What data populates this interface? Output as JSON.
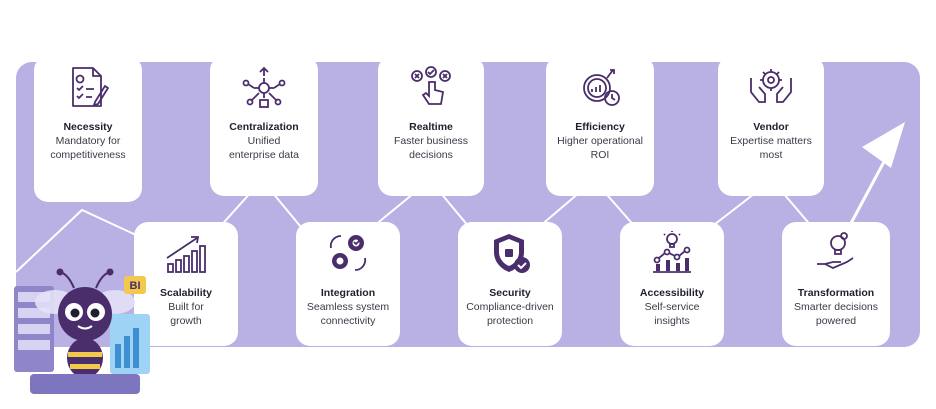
{
  "colors": {
    "panel": "#b9b0e3",
    "icon": "#4a2d6b",
    "text": "#1f1f2e"
  },
  "cards": [
    {
      "title": "Necessity",
      "line1": "Mandatory for",
      "line2": "competitiveness",
      "icon": "checklist-document-icon"
    },
    {
      "title": "Scalability",
      "line1": "Built for",
      "line2": "growth",
      "icon": "growth-bar-chart-icon"
    },
    {
      "title": "Centralization",
      "line1": "Unified",
      "line2": "enterprise data",
      "icon": "hub-network-icon"
    },
    {
      "title": "Integration",
      "line1": "Seamless system",
      "line2": "connectivity",
      "icon": "gears-integration-icon"
    },
    {
      "title": "Realtime",
      "line1": "Faster business",
      "line2": "decisions",
      "icon": "hand-tap-choice-icon"
    },
    {
      "title": "Security",
      "line1": "Compliance-driven",
      "line2": "protection",
      "icon": "shield-lock-icon"
    },
    {
      "title": "Efficiency",
      "line1": "Higher operational",
      "line2": "ROI",
      "icon": "gear-chart-clock-icon"
    },
    {
      "title": "Accessibility",
      "line1": "Self-service",
      "line2": "insights",
      "icon": "lightbulb-chart-icon"
    },
    {
      "title": "Vendor",
      "line1": "Expertise matters",
      "line2": "most",
      "icon": "hands-gear-icon"
    },
    {
      "title": "Transformation",
      "line1": "Smarter decisions",
      "line2": "powered",
      "icon": "hand-lightbulb-icon"
    }
  ],
  "mascot": {
    "badge": "BI",
    "icon": "bee-mascot-icon"
  }
}
